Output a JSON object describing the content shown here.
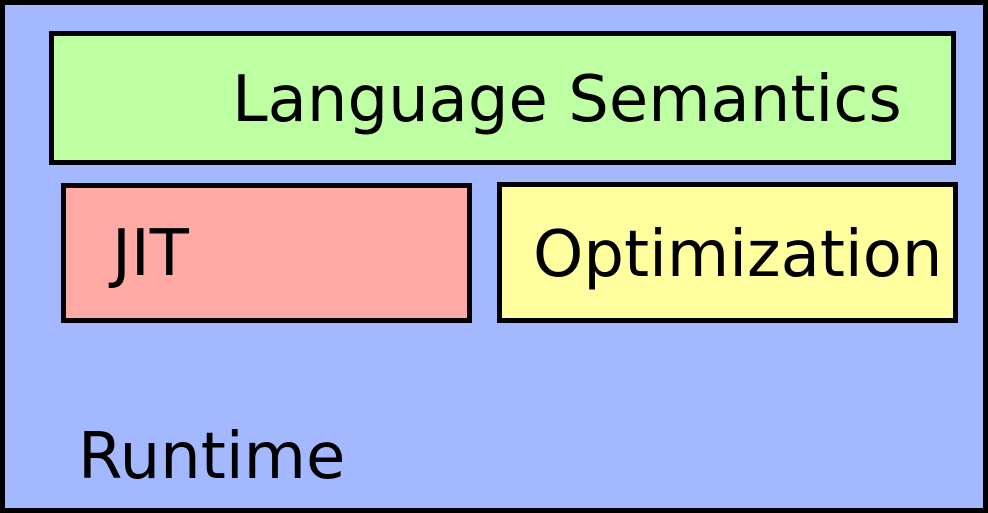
{
  "diagram": {
    "runtime": {
      "label": "Runtime",
      "color": "#a3b8ff"
    },
    "language_semantics": {
      "label": "Language Semantics",
      "color": "#bfffa3"
    },
    "jit": {
      "label": "JIT",
      "color": "#ffaaa5"
    },
    "optimization": {
      "label": "Optimization",
      "color": "#ffff9f"
    }
  }
}
